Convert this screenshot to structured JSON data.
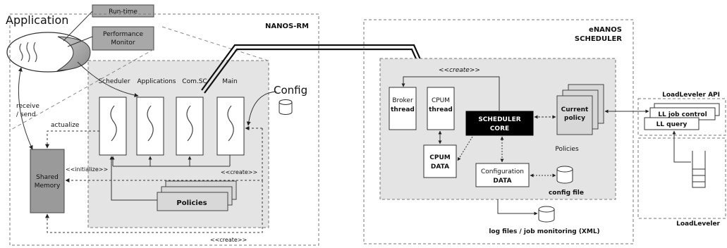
{
  "application": {
    "title": "Application",
    "runtime_label": "Run-time",
    "perf_monitor_line1": "Performance",
    "perf_monitor_line2": "Monitor"
  },
  "nanos_rm": {
    "title": "NANOS-RM",
    "column_labels": [
      "Scheduler",
      "Applications",
      "Com.SC",
      "Main"
    ],
    "config_label": "Config",
    "receive_send_line1": "receive",
    "receive_send_line2": "/ send",
    "actualize_label": "actualize",
    "shared_memory_line1": "Shared",
    "shared_memory_line2": "Memory",
    "initialize_label": "<<initialize>>",
    "create_label_main": "<<create>>",
    "create_label_bottom": "<<create>>",
    "policies_label": "Policies"
  },
  "enanos": {
    "title_line1": "eNANOS",
    "title_line2": "SCHEDULER",
    "create_label": "<<create>>",
    "broker_line1": "Broker",
    "broker_line2": "thread",
    "cpum_line1": "CPUM",
    "cpum_line2": "thread",
    "core_line1": "SCHEDULER",
    "core_line2": "CORE",
    "current_policy_line1": "Current",
    "current_policy_line2": "policy",
    "policies_label": "Policies",
    "cpum_data_line1": "CPUM",
    "cpum_data_line2": "DATA",
    "config_data_line1": "Configuration",
    "config_data_line2": "DATA",
    "config_file_label": "config file",
    "log_files_label": "log files / job monitoring (XML)"
  },
  "loadleveler": {
    "api_title": "LoadLeveler API",
    "ll_job_control": "LL job control",
    "ll_query": "LL query",
    "bottom_title": "LoadLeveler"
  }
}
